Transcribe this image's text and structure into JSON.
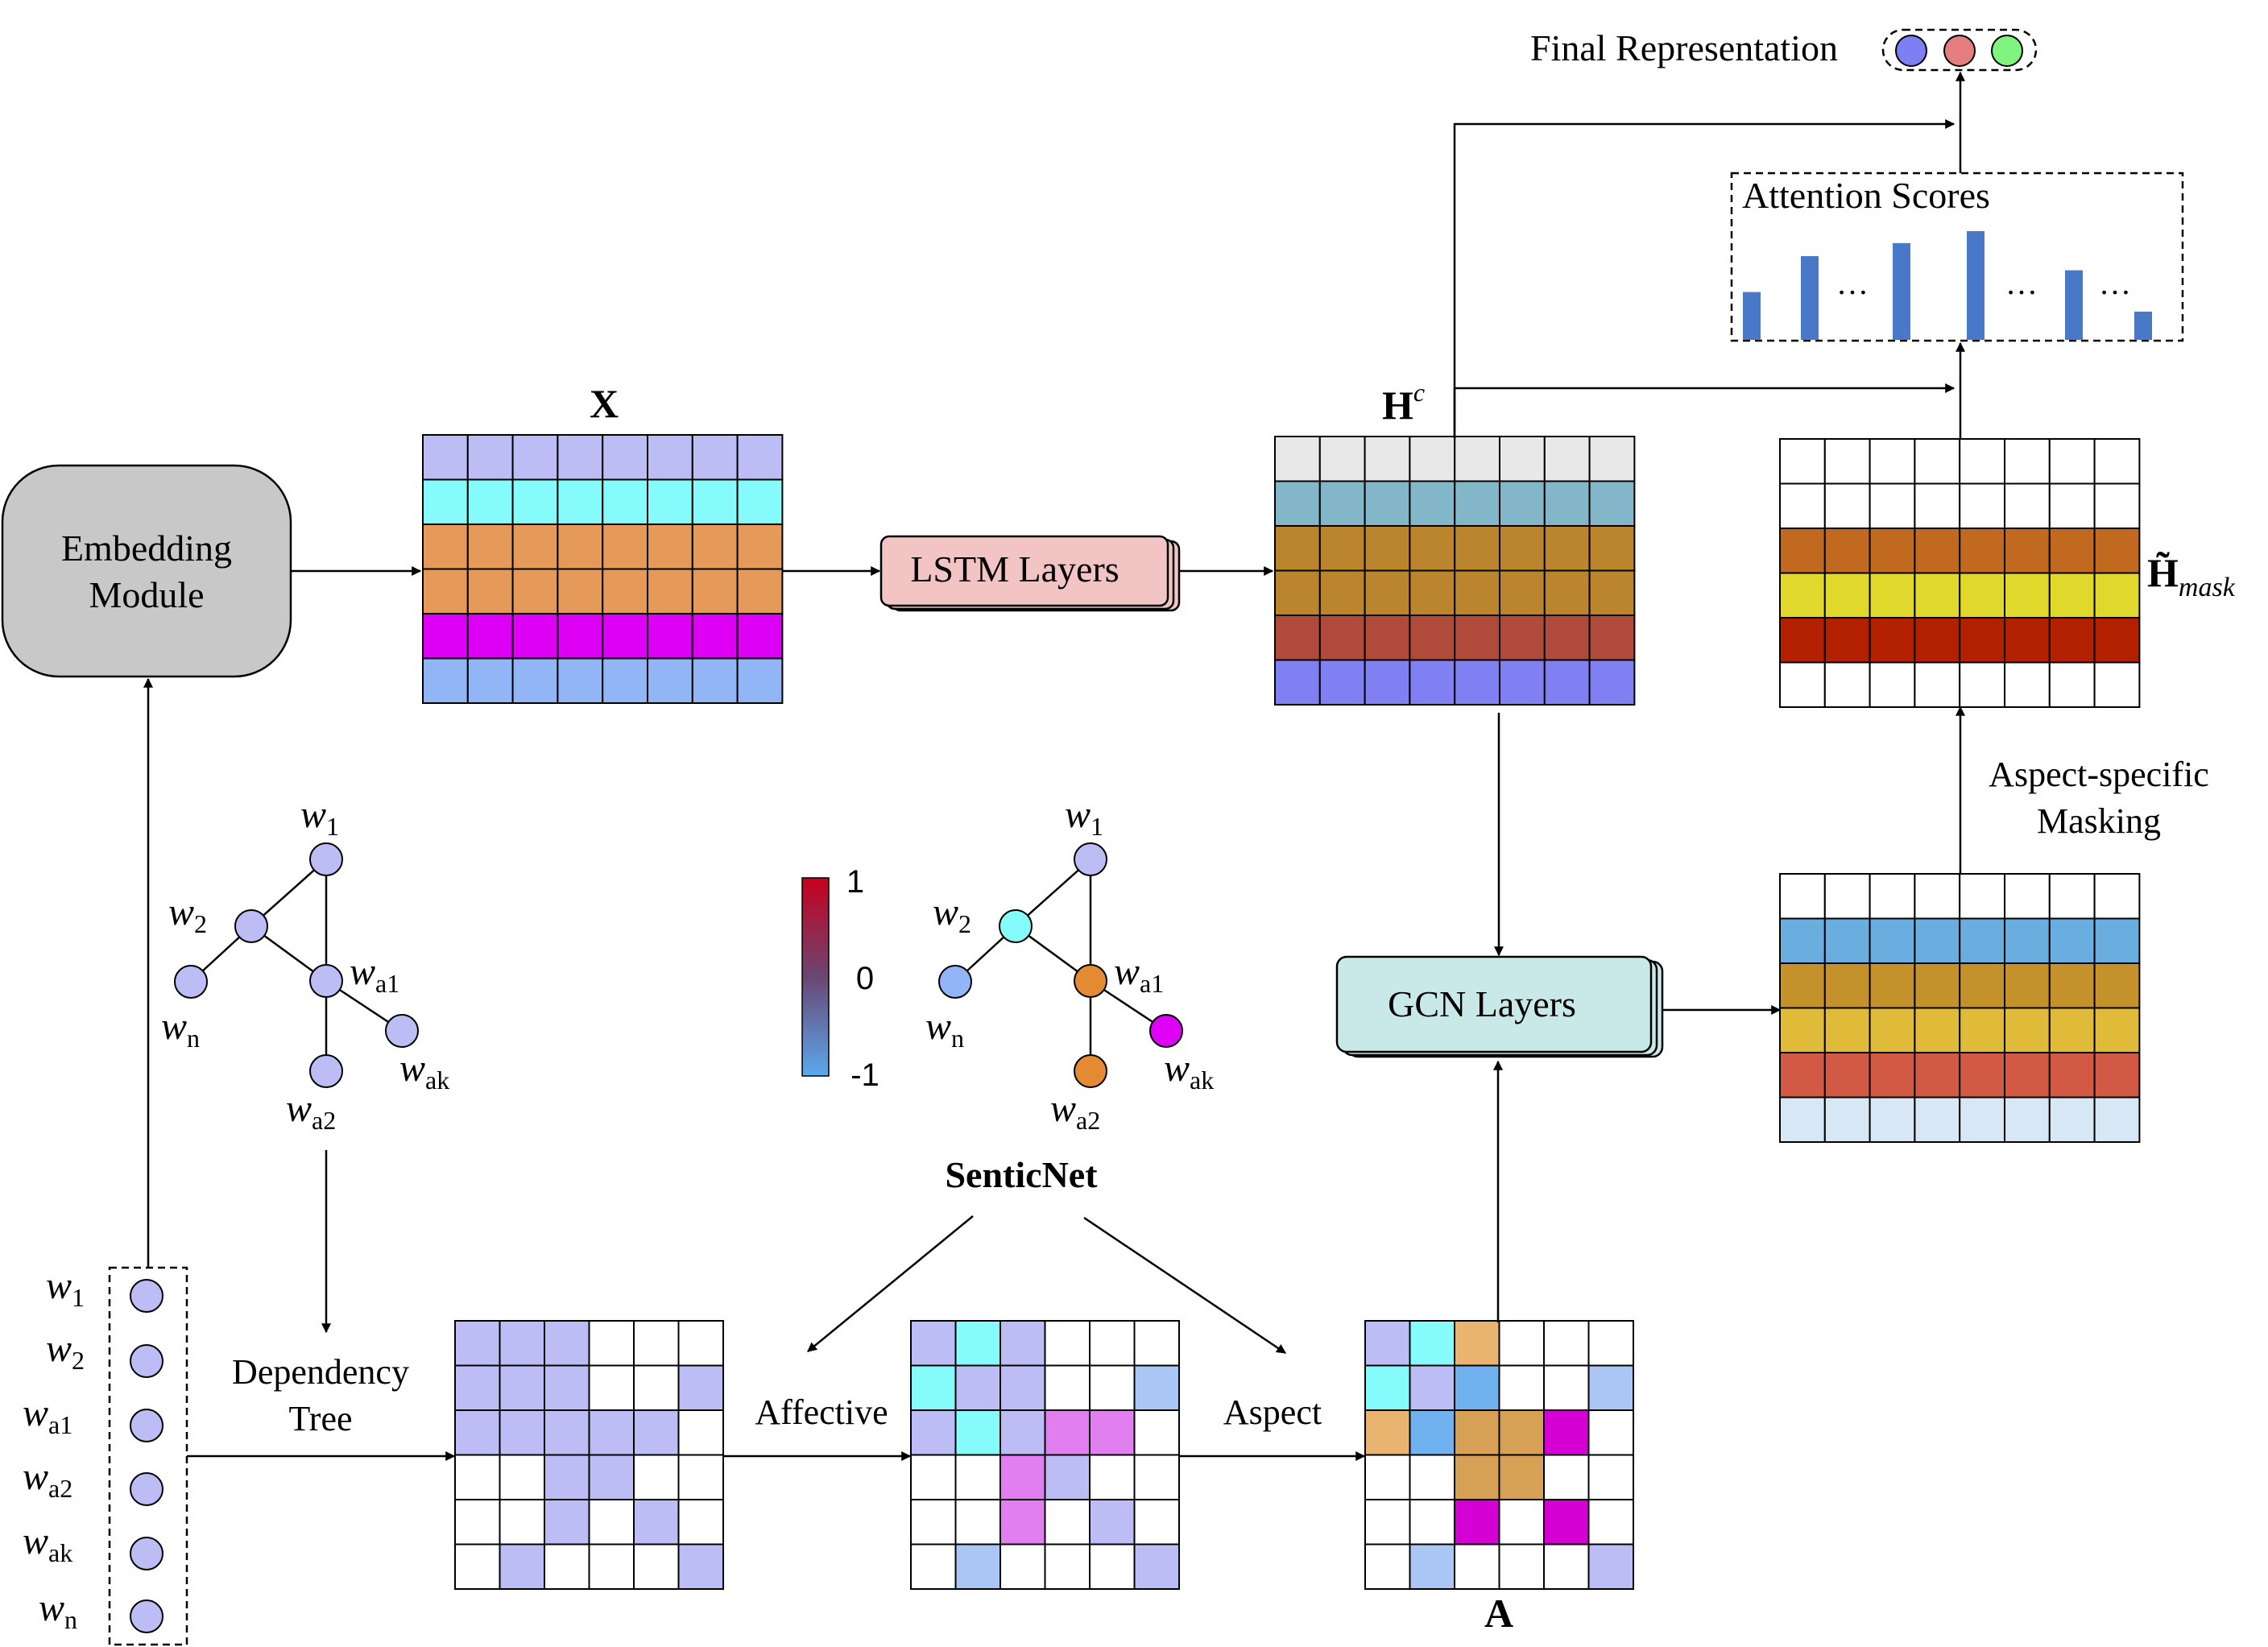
{
  "labels": {
    "final_representation": "Final Representation",
    "attention_scores": "Attention Scores",
    "ellipsis": "…",
    "embedding_module_line1": "Embedding",
    "embedding_module_line2": "Module",
    "x_matrix": "X",
    "lstm_layers": "LSTM Layers",
    "hc_base": "H",
    "hc_sup": "c",
    "hmask_base": "H̃",
    "hmask_sub": "mask",
    "aspect_masking_line1": "Aspect-specific",
    "aspect_masking_line2": "Masking",
    "gcn_layers": "GCN Layers",
    "senticnet": "SenticNet",
    "dependency_tree_line1": "Dependency",
    "dependency_tree_line2": "Tree",
    "affective": "Affective",
    "aspect": "Aspect",
    "a_matrix": "A"
  },
  "colorbar": {
    "max_label": "1",
    "mid_label": "0",
    "min_label": "-1"
  },
  "word_labels": [
    {
      "base": "w",
      "sub": "1"
    },
    {
      "base": "w",
      "sub": "2"
    },
    {
      "base": "w",
      "sub": "a1"
    },
    {
      "base": "w",
      "sub": "a2"
    },
    {
      "base": "w",
      "sub": "ak"
    },
    {
      "base": "w",
      "sub": "n"
    }
  ],
  "colors": {
    "line": "#000000",
    "embedding_fill": "#c8c8c8",
    "lstm_fill": "#f2c4c4",
    "gcn_fill": "#c9e8e8",
    "node_default": "#bdbdf5",
    "final_dots": [
      "#7f7ff4",
      "#e57f7f",
      "#7ff47f"
    ],
    "attention_bar": "#4a78c8",
    "x_rows": [
      "#bdbdf5",
      "#85fbfb",
      "#e59a5a",
      "#e59a5a",
      "#dd00f5",
      "#92b6f5"
    ],
    "hc_rows": [
      "#e8e8e8",
      "#84b6c9",
      "#bb852d",
      "#bb852d",
      "#b04b3b",
      "#8080f2"
    ],
    "hmask_rows": [
      "#ffffff",
      "#ffffff",
      "#c0691f",
      "#e0d92b",
      "#b32000",
      "#ffffff"
    ],
    "gcn_out_rows": [
      "#ffffff",
      "#6aaee0",
      "#c4912a",
      "#e0bb3a",
      "#d25a45",
      "#d8e7f6"
    ],
    "senti_nodes": [
      "#bdbdf5",
      "#85fbfb",
      "#e38a33",
      "#e38a33",
      "#dd00f5",
      "#92b6f5"
    ]
  },
  "chart_data": {
    "type": "bar",
    "title": "Attention Scores",
    "values": [
      0.44,
      0.77,
      0.89,
      1.0,
      0.64,
      0.26
    ],
    "ylim": [
      0,
      1
    ]
  },
  "matrices": {
    "dependency": [
      [
        "P",
        "P",
        "P",
        "W",
        "W",
        "W"
      ],
      [
        "P",
        "P",
        "P",
        "W",
        "W",
        "P"
      ],
      [
        "P",
        "P",
        "P",
        "P",
        "P",
        "W"
      ],
      [
        "W",
        "W",
        "P",
        "P",
        "W",
        "W"
      ],
      [
        "W",
        "W",
        "P",
        "W",
        "P",
        "W"
      ],
      [
        "W",
        "P",
        "W",
        "W",
        "W",
        "P"
      ]
    ],
    "affective": [
      [
        "P",
        "C",
        "P",
        "W",
        "W",
        "W"
      ],
      [
        "C",
        "P",
        "P",
        "W",
        "W",
        "B"
      ],
      [
        "P",
        "C",
        "P",
        "M",
        "M",
        "W"
      ],
      [
        "W",
        "W",
        "M",
        "P",
        "W",
        "W"
      ],
      [
        "W",
        "W",
        "M",
        "W",
        "P",
        "W"
      ],
      [
        "W",
        "B",
        "W",
        "W",
        "W",
        "P"
      ]
    ],
    "aspect": [
      [
        "P",
        "C",
        "O",
        "W",
        "W",
        "W"
      ],
      [
        "C",
        "P",
        "S",
        "W",
        "W",
        "B"
      ],
      [
        "O",
        "S",
        "D",
        "D",
        "G",
        "W"
      ],
      [
        "W",
        "W",
        "D",
        "D",
        "W",
        "W"
      ],
      [
        "W",
        "W",
        "G",
        "W",
        "G",
        "W"
      ],
      [
        "W",
        "B",
        "W",
        "W",
        "W",
        "P"
      ]
    ],
    "cell_colors": {
      "W": "#ffffff",
      "P": "#bdbdf5",
      "C": "#85fbfb",
      "B": "#a9c6f5",
      "M": "#e27ff0",
      "O": "#e9b370",
      "S": "#6fb2ef",
      "D": "#d6a055",
      "G": "#d400d4"
    }
  }
}
